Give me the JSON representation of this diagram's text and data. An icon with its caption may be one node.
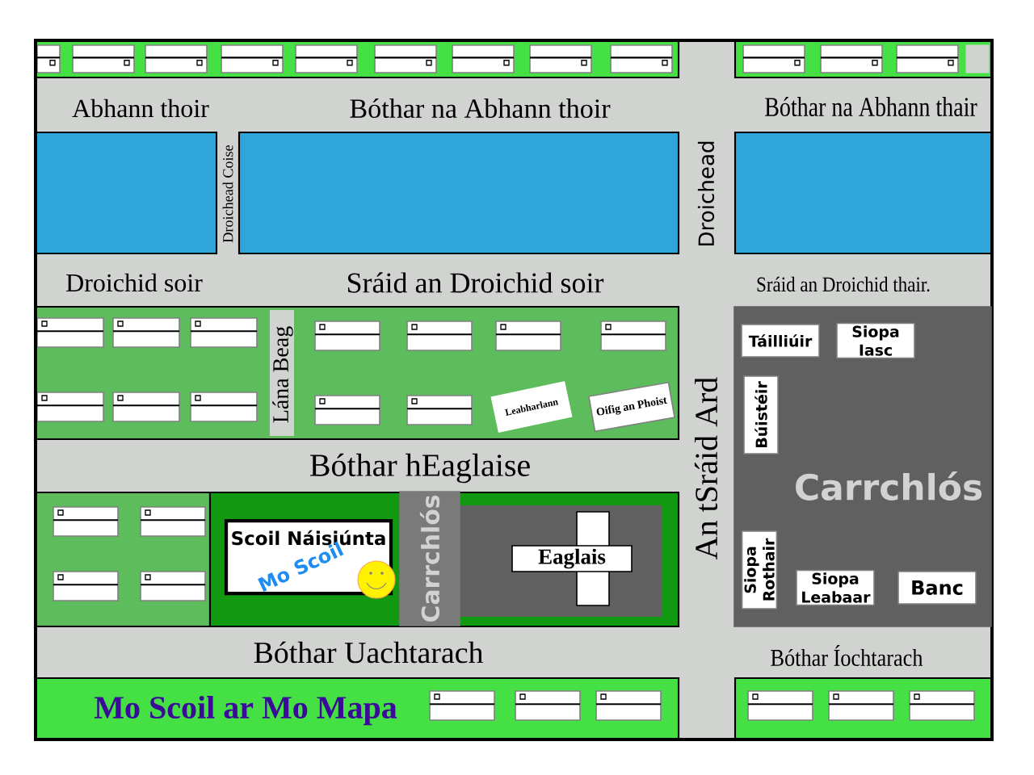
{
  "diagram": {
    "title": "Mo Scoil ar Mo Mapa",
    "nodes": [
      {
        "text": [
          "Leabharlann"
        ]
      },
      {
        "text": [
          "Oifig an Phoist"
        ]
      },
      {
        "text": [
          "Carrchlós"
        ]
      },
      {
        "text": [
          "Scoil Náisiúnta",
          "Mo Scoil"
        ]
      },
      {
        "text": [
          "Eaglais"
        ]
      },
      {
        "text": [
          "Carrchlós"
        ]
      },
      {
        "text": [
          "Táilliúir"
        ],
        "in": 5
      },
      {
        "text": [
          "Siopa Iasc"
        ],
        "in": 5
      },
      {
        "text": [
          "Búistéir"
        ],
        "in": 5
      },
      {
        "text": [
          "Siopa Rothair"
        ],
        "in": 5
      },
      {
        "text": [
          "Siopa Leabaar"
        ],
        "in": 5
      },
      {
        "text": [
          "Banc"
        ],
        "in": 5
      }
    ],
    "edges": [],
    "labels": [
      "Abhann thoir",
      "Bóthar na Abhann thoir",
      "Bóthar na Abhann thair",
      "Droichead Coise",
      "Droichead",
      "Droichid soir",
      "Sráid an Droichid soir",
      "Sráid an Droichid thair.",
      "Lána Beag",
      "An tSráid Ard",
      "Bóthar hEaglaise",
      "Bóthar Uachtarach",
      "Bóthar Íochtarach"
    ]
  }
}
